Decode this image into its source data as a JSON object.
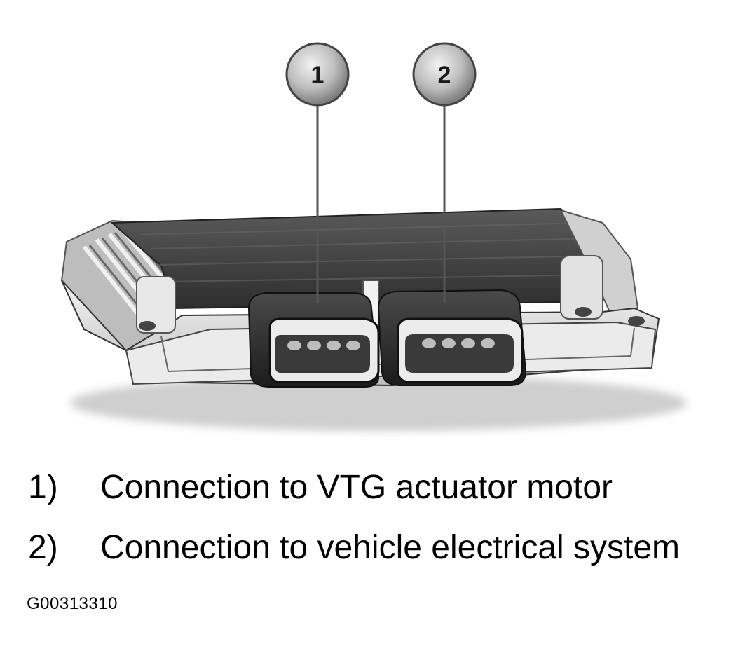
{
  "callouts": [
    {
      "number": "1"
    },
    {
      "number": "2"
    }
  ],
  "legend": [
    {
      "number": "1)",
      "text": "Connection to VTG actuator motor"
    },
    {
      "number": "2)",
      "text": "Connection to vehicle electrical system"
    }
  ],
  "figure_id": "G00313310",
  "colors": {
    "housing_light": "#d8d8d8",
    "housing_dark": "#3a3a3a",
    "connector": "#2a2a2a",
    "callout_bubble": "#bdbdbd"
  }
}
